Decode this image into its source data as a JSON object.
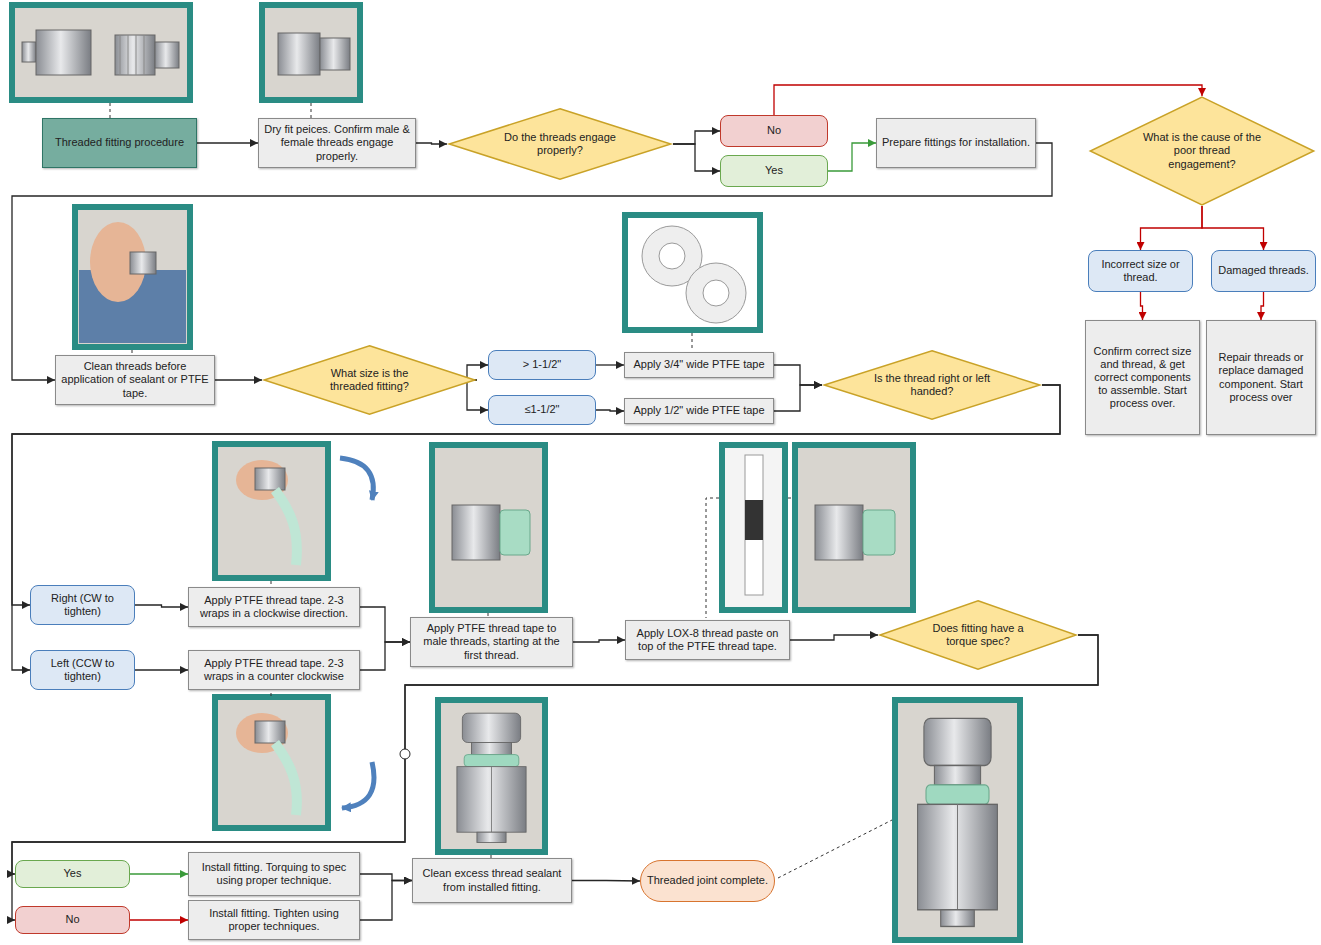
{
  "diagram": {
    "nodes": [
      {
        "text": [
          "Threaded fitting procedure"
        ]
      },
      {
        "text": [
          "Dry fit peices. Confirm male & female threads engage properly."
        ]
      },
      {
        "text": [
          "Do the threads engage properly?"
        ]
      },
      {
        "text": [
          "No"
        ]
      },
      {
        "text": [
          "Yes"
        ]
      },
      {
        "text": [
          "Prepare fittings for installation."
        ]
      },
      {
        "text": [
          "What is the cause of the poor thread engagement?"
        ]
      },
      {
        "text": [
          "Incorrect size or thread."
        ]
      },
      {
        "text": [
          "Damaged threads."
        ]
      },
      {
        "text": [
          "Confirm correct size and thread, & get correct components to assemble. Start process over."
        ]
      },
      {
        "text": [
          "Repair threads or replace damaged component. Start process over"
        ]
      },
      {
        "text": [
          "Clean threads before application of sealant or PTFE tape."
        ]
      },
      {
        "text": [
          "What size is the threaded fitting?"
        ]
      },
      {
        "text": [
          "> 1-1/2\""
        ]
      },
      {
        "text": [
          "≤1-1/2\""
        ]
      },
      {
        "text": [
          "Apply 3/4\" wide PTFE tape"
        ]
      },
      {
        "text": [
          "Apply 1/2\" wide PTFE tape"
        ]
      },
      {
        "text": [
          "Is the thread right or left handed?"
        ]
      },
      {
        "text": [
          "Right (CW to tighten)"
        ]
      },
      {
        "text": [
          "Left (CCW to tighten)"
        ]
      },
      {
        "text": [
          "Apply PTFE thread tape. 2-3 wraps in a clockwise direction."
        ]
      },
      {
        "text": [
          "Apply PTFE thread tape. 2-3 wraps in a counter clockwise"
        ]
      },
      {
        "text": [
          "Apply PTFE thread tape to male threads, starting at the first thread."
        ]
      },
      {
        "text": [
          "Apply LOX-8 thread paste on top of the PTFE thread tape."
        ]
      },
      {
        "text": [
          "Does fitting have a torque spec?"
        ]
      },
      {
        "text": [
          "Yes"
        ]
      },
      {
        "text": [
          "No"
        ]
      },
      {
        "text": [
          "Install fitting. Torquing to spec using proper technique."
        ]
      },
      {
        "text": [
          "Install fitting. Tighten using proper techniques."
        ]
      },
      {
        "text": [
          "Clean excess thread sealant from installed fitting."
        ]
      },
      {
        "text": [
          "Threaded joint complete."
        ]
      }
    ],
    "edges": [
      {
        "from": 0,
        "to": 1,
        "arrow": "to"
      },
      {
        "from": 1,
        "to": 2,
        "arrow": "to"
      },
      {
        "from": 2,
        "to": 3,
        "arrow": "to"
      },
      {
        "from": 2,
        "to": 4,
        "arrow": "to"
      },
      {
        "from": 4,
        "to": 5,
        "arrow": "to"
      },
      {
        "from": 3,
        "to": 6,
        "arrow": "to"
      },
      {
        "from": 6,
        "to": 7,
        "arrow": "to"
      },
      {
        "from": 6,
        "to": 8,
        "arrow": "to"
      },
      {
        "from": 7,
        "to": 9,
        "arrow": "to"
      },
      {
        "from": 8,
        "to": 10,
        "arrow": "to"
      },
      {
        "from": 5,
        "to": 11,
        "arrow": "to"
      },
      {
        "from": 11,
        "to": 12,
        "arrow": "to"
      },
      {
        "from": 12,
        "to": 13,
        "arrow": "to"
      },
      {
        "from": 12,
        "to": 14,
        "arrow": "to"
      },
      {
        "from": 13,
        "to": 15,
        "arrow": "to"
      },
      {
        "from": 14,
        "to": 16,
        "arrow": "to"
      },
      {
        "from": 15,
        "to": 17,
        "arrow": "to"
      },
      {
        "from": 16,
        "to": 17,
        "arrow": "to"
      },
      {
        "from": 17,
        "to": 18,
        "arrow": "to"
      },
      {
        "from": 17,
        "to": 19,
        "arrow": "to"
      },
      {
        "from": 18,
        "to": 20,
        "arrow": "to"
      },
      {
        "from": 19,
        "to": 21,
        "arrow": "to"
      },
      {
        "from": 20,
        "to": 22,
        "arrow": "to"
      },
      {
        "from": 21,
        "to": 22,
        "arrow": "to"
      },
      {
        "from": 22,
        "to": 23,
        "arrow": "to"
      },
      {
        "from": 23,
        "to": 24,
        "arrow": "to"
      },
      {
        "from": 24,
        "to": 25,
        "arrow": "to"
      },
      {
        "from": 24,
        "to": 26,
        "arrow": "to"
      },
      {
        "from": 25,
        "to": 27,
        "arrow": "to"
      },
      {
        "from": 26,
        "to": 28,
        "arrow": "to"
      },
      {
        "from": 27,
        "to": 29,
        "arrow": "to"
      },
      {
        "from": 28,
        "to": 29,
        "arrow": "to"
      },
      {
        "from": 29,
        "to": 30,
        "arrow": "to"
      }
    ]
  }
}
